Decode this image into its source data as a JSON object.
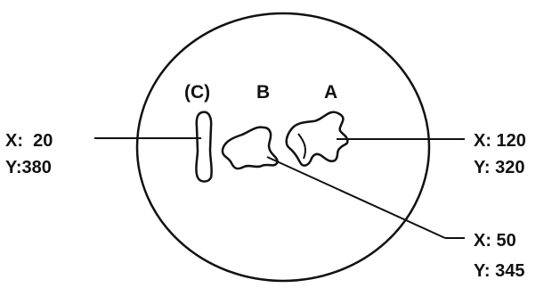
{
  "title": "",
  "specimens": [
    {
      "label": "(C)"
    },
    {
      "label": "B"
    },
    {
      "label": "A"
    }
  ],
  "callouts": [
    {
      "x_text": "X:  20",
      "y_text": "Y:380"
    },
    {
      "x_text": "X: 50",
      "y_text": "Y: 345"
    },
    {
      "x_text": "X: 120",
      "y_text": "Y: 320"
    }
  ],
  "colors": {
    "ink": "#111111",
    "background": "#ffffff"
  }
}
